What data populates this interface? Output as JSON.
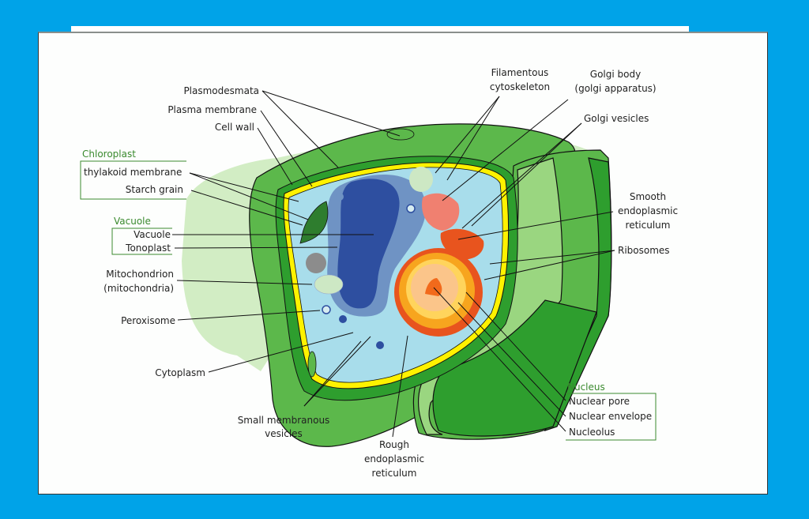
{
  "diagram": {
    "title": "Plant cell structure",
    "colors": {
      "background": "#00A3E8",
      "panel": "#FDFEFD",
      "group_heading": "#3A8A2E",
      "cell_wall_outer": "#5CB84B",
      "cell_wall_dark": "#2E9E2E",
      "cell_wall_light": "#9AD680",
      "halo": "#D2EDC4",
      "plasma_membrane": "#FFF200",
      "cytoplasm": "#A8DDEB",
      "vacuole": "#2E5BAA",
      "tonoplast": "#6F93C4",
      "nucleus": "#F7A51E",
      "golgi": "#F08070",
      "rough_er": "#E8541E",
      "chloroplast": "#2E7D2E"
    },
    "groups": {
      "chloroplast": {
        "heading": "Chloroplast",
        "items": [
          "thylakoid membrane",
          "Starch grain"
        ]
      },
      "vacuole": {
        "heading": "Vacuole",
        "items": [
          "Vacuole",
          "Tonoplast"
        ]
      },
      "nucleus": {
        "heading": "Nucleus",
        "items": [
          "Nuclear pore",
          "Nuclear envelope",
          "Nucleolus"
        ]
      }
    },
    "labels": {
      "plasmodesmata": "Plasmodesmata",
      "plasma_membrane": "Plasma membrane",
      "cell_wall": "Cell wall",
      "mitochondrion_1": "Mitochondrion",
      "mitochondrion_2": "(mitochondria)",
      "peroxisome": "Peroxisome",
      "cytoplasm": "Cytoplasm",
      "small_vesicles_1": "Small membranous",
      "small_vesicles_2": "vesicles",
      "rough_er_1": "Rough",
      "rough_er_2": "endoplasmic",
      "rough_er_3": "reticulum",
      "filamentous_1": "Filamentous",
      "filamentous_2": "cytoskeleton",
      "golgi_body_1": "Golgi body",
      "golgi_body_2": "(golgi apparatus)",
      "golgi_vesicles": "Golgi vesicles",
      "smooth_er_1": "Smooth",
      "smooth_er_2": "endoplasmic",
      "smooth_er_3": "reticulum",
      "ribosomes": "Ribosomes"
    }
  }
}
